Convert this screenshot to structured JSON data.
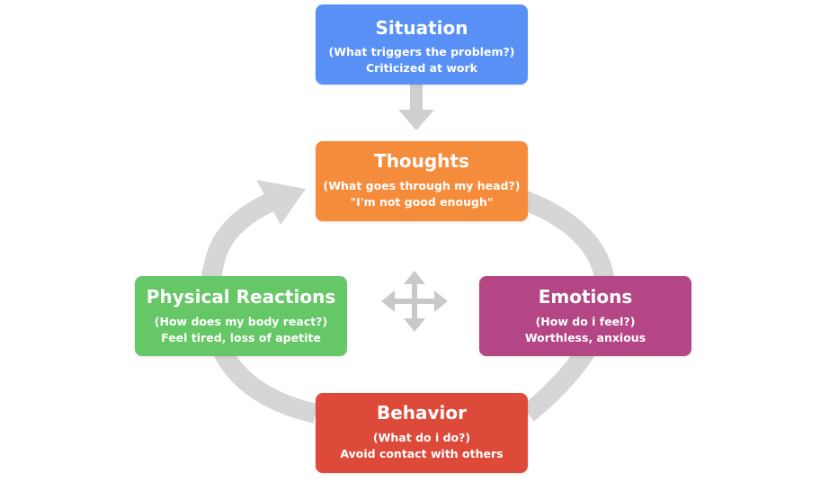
{
  "colors": {
    "situation": "#5890f5",
    "thoughts": "#f58c3c",
    "physical": "#66c766",
    "emotions": "#b44685",
    "behavior": "#dd4a3a",
    "arrow": "#d6d6d6",
    "cross": "#c9c9c9"
  },
  "nodes": {
    "situation": {
      "title": "Situation",
      "question": "(What triggers the problem?)",
      "answer": "Criticized at work"
    },
    "thoughts": {
      "title": "Thoughts",
      "question": "(What goes through my head?)",
      "answer": "\"I'm not good enough\""
    },
    "physical": {
      "title": "Physical Reactions",
      "question": "(How does my body react?)",
      "answer": "Feel tired, loss of apetite"
    },
    "emotions": {
      "title": "Emotions",
      "question": "(How do i feel?)",
      "answer": "Worthless, anxious"
    },
    "behavior": {
      "title": "Behavior",
      "question": "(What do i do?)",
      "answer": "Avoid contact with others"
    }
  },
  "icons": {
    "down_arrow": "arrow-down-icon",
    "cycle": "cycle-arrow-icon",
    "center": "four-way-arrow-icon"
  }
}
